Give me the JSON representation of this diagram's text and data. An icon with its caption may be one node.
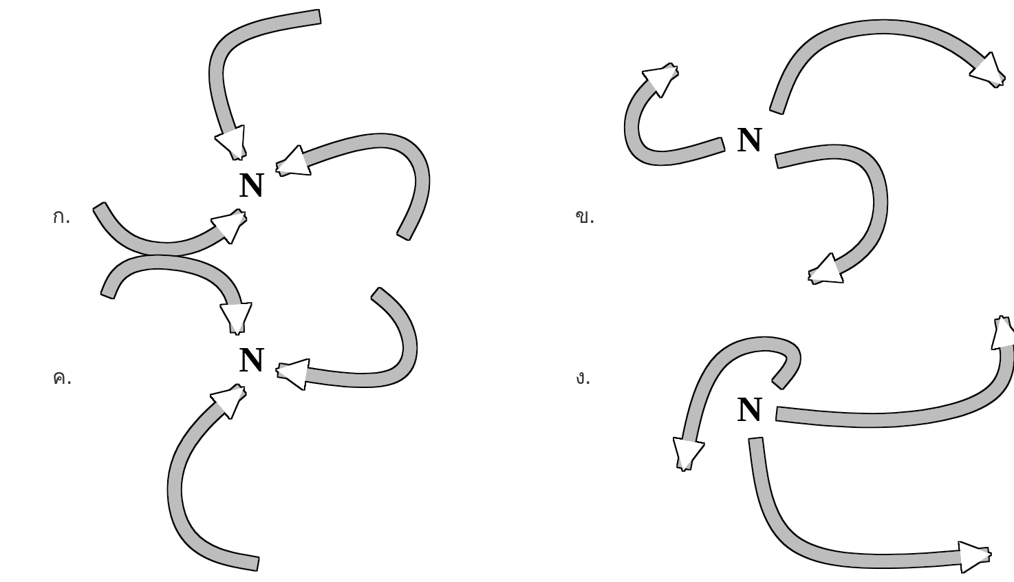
{
  "diagram": {
    "nodes": [
      {
        "text": [
          "N"
        ]
      },
      {
        "text": [
          "N"
        ]
      },
      {
        "text": [
          "N"
        ]
      },
      {
        "text": [
          "N"
        ]
      }
    ],
    "edges": [
      {
        "from": null,
        "to": 0,
        "arrow": "to"
      },
      {
        "from": null,
        "to": 0,
        "arrow": "to"
      },
      {
        "from": null,
        "to": 0,
        "arrow": "to"
      },
      {
        "from": 1,
        "to": null,
        "arrow": "to"
      },
      {
        "from": 1,
        "to": null,
        "arrow": "to"
      },
      {
        "from": 1,
        "to": null,
        "arrow": "to"
      },
      {
        "from": null,
        "to": 2,
        "arrow": "to"
      },
      {
        "from": null,
        "to": 2,
        "arrow": "to"
      },
      {
        "from": null,
        "to": 2,
        "arrow": "to"
      },
      {
        "from": 3,
        "to": null,
        "arrow": "to"
      },
      {
        "from": 3,
        "to": null,
        "arrow": "to"
      },
      {
        "from": 3,
        "to": null,
        "arrow": "to"
      }
    ],
    "labels": [
      "ก.",
      "ข.",
      "ค.",
      "ง."
    ]
  }
}
